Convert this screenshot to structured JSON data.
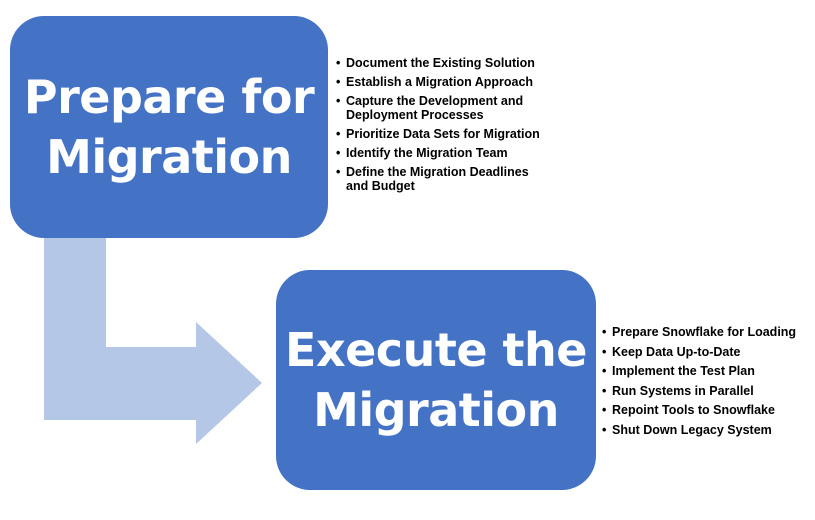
{
  "colors": {
    "box_fill": "#4472C4",
    "arrow_fill": "#B4C7E7",
    "title_text": "#FFFFFF",
    "bullet_text": "#000000"
  },
  "steps": [
    {
      "title": "Prepare for\nMigration",
      "items": [
        "Document the Existing Solution",
        "Establish a Migration Approach",
        "Capture the Development and\nDeployment Processes",
        "Prioritize Data Sets for Migration",
        "Identify the Migration Team",
        "Define the Migration Deadlines\nand Budget"
      ]
    },
    {
      "title": "Execute the\nMigration",
      "items": [
        "Prepare Snowflake for Loading",
        "Keep Data Up-to-Date",
        "Implement the Test Plan",
        "Run Systems in Parallel",
        "Repoint Tools to Snowflake",
        "Shut Down Legacy System"
      ]
    }
  ]
}
